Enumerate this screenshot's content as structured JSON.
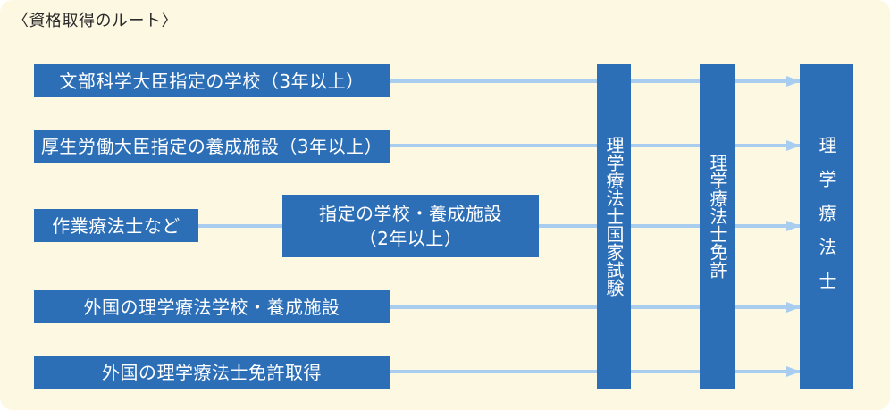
{
  "caption": "〈資格取得のルート〉",
  "routes": {
    "monbu": "文部科学大臣指定の学校（3年以上）",
    "kousei": "厚生労働大臣指定の養成施設（3年以上）",
    "sagyo": "作業療法士など",
    "shitei_line1": "指定の学校・養成施設",
    "shitei_line2": "（2年以上）",
    "gaikoku_school": "外国の理学療法学校・養成施設",
    "gaikoku_license": "外国の理学療法士免許取得"
  },
  "stages": {
    "exam": "理学療法士国家試験",
    "license": "理学療法士免許",
    "result": "理学療法士"
  },
  "colors": {
    "box": "#2c6fb7",
    "line": "#a9cdee",
    "background": "#fdf8e2"
  }
}
